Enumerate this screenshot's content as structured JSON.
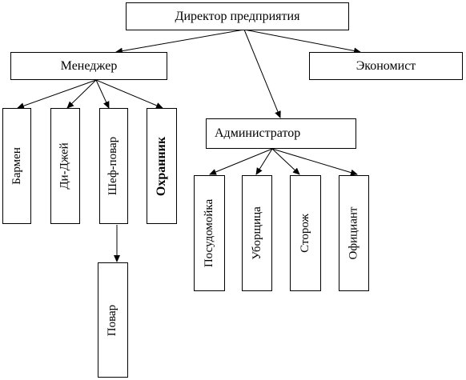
{
  "nodes": {
    "director": "Директор предприятия",
    "manager": "Менеджер",
    "economist": "Экономист",
    "administrator": "Администратор",
    "barman": "Бармен",
    "dj": "Ди-Джей",
    "chef": "Шеф-повар",
    "guard": "Охранник",
    "cook": "Повар",
    "dishwasher": "Посудомойка",
    "cleaner": "Уборщица",
    "watchman": "Сторож",
    "waiter": "Официант"
  },
  "edges": [
    [
      "director",
      "manager"
    ],
    [
      "director",
      "economist"
    ],
    [
      "director",
      "administrator"
    ],
    [
      "manager",
      "barman"
    ],
    [
      "manager",
      "dj"
    ],
    [
      "manager",
      "chef"
    ],
    [
      "manager",
      "guard"
    ],
    [
      "chef",
      "cook"
    ],
    [
      "administrator",
      "dishwasher"
    ],
    [
      "administrator",
      "cleaner"
    ],
    [
      "administrator",
      "watchman"
    ],
    [
      "administrator",
      "waiter"
    ]
  ]
}
